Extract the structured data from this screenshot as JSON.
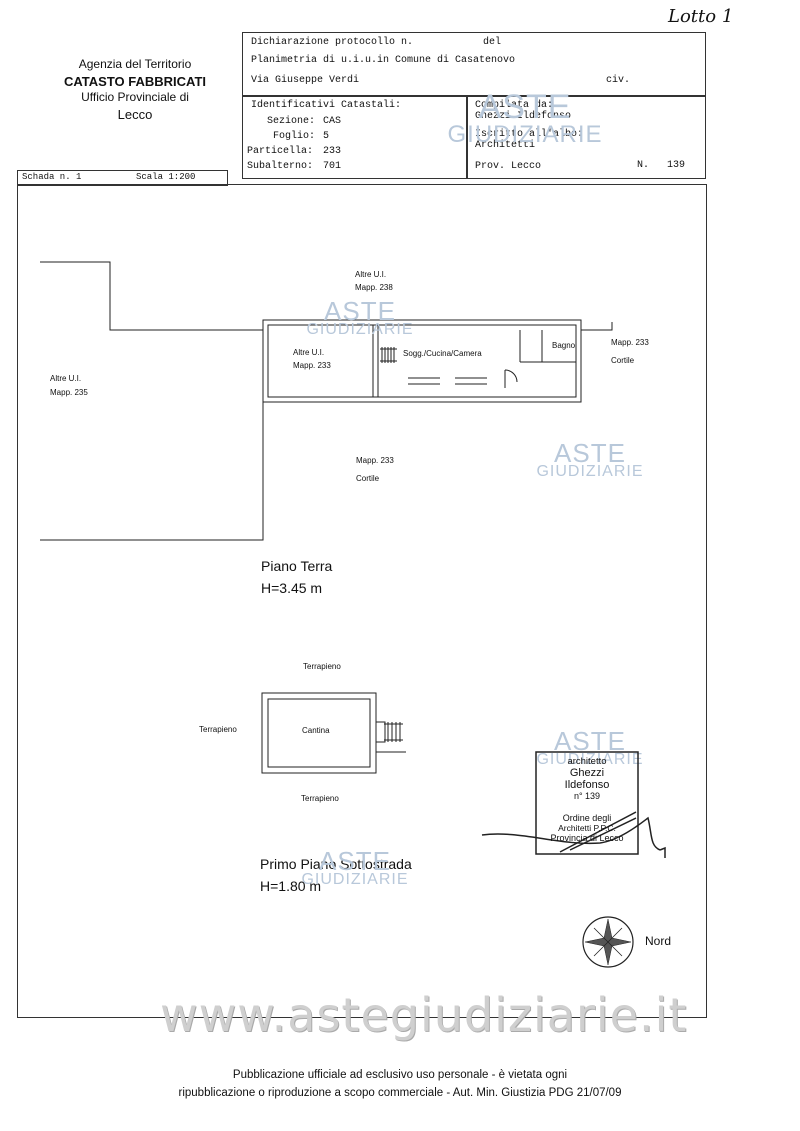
{
  "handwritten_note": "Lotto 1",
  "agency": {
    "line1": "Agenzia del Territorio",
    "line2": "CATASTO FABBRICATI",
    "line3": "Ufficio Provinciale di",
    "line4": "Lecco"
  },
  "header": {
    "dichiarazione": "Dichiarazione protocollo n.",
    "del": "del",
    "planimetria": "Planimetria di u.i.u.in Comune di Casatenovo",
    "via": "Via Giuseppe Verdi",
    "civ": "civ."
  },
  "identificativi": {
    "title": "Identificativi Catastali:",
    "sezione_label": "Sezione:",
    "sezione_value": "CAS",
    "foglio_label": "Foglio:",
    "foglio_value": "5",
    "particella_label": "Particella:",
    "particella_value": "233",
    "subalterno_label": "Subalterno:",
    "subalterno_value": "701"
  },
  "compilata": {
    "title": "Compilata da:",
    "name": "Ghezzi Ildefonso",
    "iscritto": "Iscritto all'albo:",
    "albo": "Architetti",
    "prov": "Prov. Lecco",
    "n_label": "N.",
    "n_value": "139"
  },
  "scheda": {
    "scheda_label": "Schada n. 1",
    "scala_label": "Scala 1:200"
  },
  "plan_labels": {
    "altre_ui_238": "Altre U.I.",
    "mapp_238": "Mapp. 238",
    "altre_ui_233": "Altre U.I.",
    "mapp_233a": "Mapp. 233",
    "altre_ui_235": "Altre U.I.",
    "mapp_235": "Mapp. 235",
    "sogg": "Sogg./Cucina/Camera",
    "bagno": "Bagno",
    "mapp_233_cortile_right": "Mapp. 233",
    "cortile_right": "Cortile",
    "mapp_233_center": "Mapp. 233",
    "cortile_center": "Cortile",
    "terrapieno_top": "Terrapieno",
    "terrapieno_left": "Terrapieno",
    "terrapieno_bottom": "Terrapieno",
    "cantina": "Cantina"
  },
  "floors": {
    "piano_terra": "Piano Terra",
    "h_terra": "H=3.45 m",
    "sottostrada": "Primo Piano Sottostrada",
    "h_sottostrada": "H=1.80 m"
  },
  "stamp": {
    "line1": "architetto",
    "line2": "Ghezzi",
    "line3": "Ildefonso",
    "line4": "n° 139",
    "line5": "Ordine degli",
    "line6": "Architetti P.P.C.",
    "line7": "Provincia di Lecco"
  },
  "compass": {
    "label": "Nord"
  },
  "watermarks": {
    "aste": "ASTE",
    "giudiziarie": "GIUDIZIARIE",
    "site": "www.astegiudiziarie.it"
  },
  "footer": {
    "line1": "Pubblicazione ufficiale ad esclusivo uso personale - è vietata ogni",
    "line2": "ripubblicazione o riproduzione a scopo commerciale - Aut. Min. Giustizia PDG 21/07/09"
  }
}
